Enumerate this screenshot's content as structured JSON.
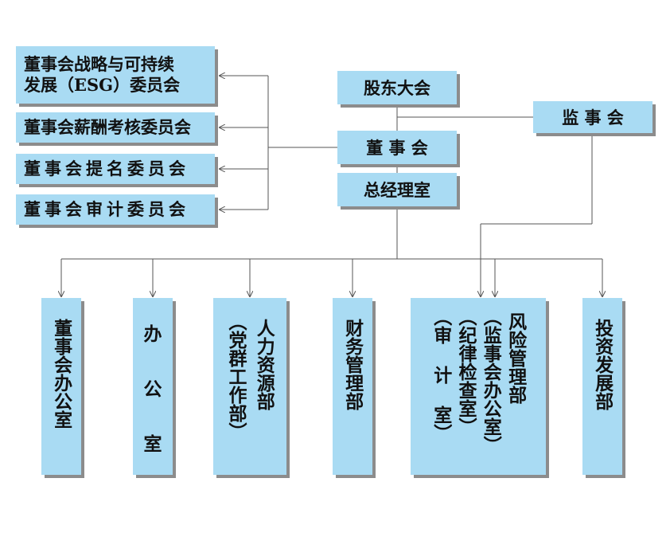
{
  "top": {
    "shareholders": "股东大会",
    "board": "董 事 会",
    "supervisors": "监 事 会",
    "gm_office": "总经理室"
  },
  "committees": {
    "strategy_line1": "董事会战略与可持续",
    "strategy_line2": "发展（ESG）委员会",
    "compensation": "董事会薪酬考核委员会",
    "nomination": "董事会提名委员会",
    "audit": "董事会审计委员会"
  },
  "departments": {
    "board_office": "董事会办公室",
    "general_office": [
      "办",
      "公",
      "室"
    ],
    "hr": [
      "人力资源部",
      "（党群工作部）"
    ],
    "finance": "财务管理部",
    "risk": [
      "风险管理部",
      "（监事会办公室）",
      "（纪律检查室）",
      "（审 计 室）"
    ],
    "investment": "投资发展部"
  },
  "colors": {
    "box_fill": "#a9dbf3",
    "box_shadow": "#8c8c8c",
    "line": "#555555"
  }
}
